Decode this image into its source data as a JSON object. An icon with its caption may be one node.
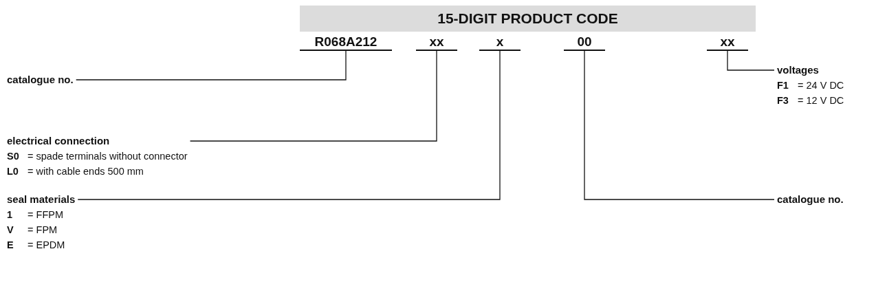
{
  "diagram": {
    "nodes": [
      {
        "text": [
          "15-DIGIT PRODUCT CODE"
        ]
      },
      {
        "text": [
          "R068A212"
        ]
      },
      {
        "text": [
          "xx"
        ]
      },
      {
        "text": [
          "x"
        ]
      },
      {
        "text": [
          "00"
        ]
      },
      {
        "text": [
          "xx"
        ]
      },
      {
        "text": [
          "catalogue no."
        ]
      },
      {
        "text": [
          "voltages",
          "**F1** = 24 V DC",
          "**F3** = 12 V DC"
        ]
      },
      {
        "text": [
          "electrical connection",
          "**S0** = spade terminals without connector",
          "**L0** = with cable ends 500 mm"
        ]
      },
      {
        "text": [
          "seal materials",
          "**1** = FFPM",
          "**V** = FPM",
          "**E** = EPDM"
        ]
      },
      {
        "text": [
          "catalogue no."
        ]
      }
    ],
    "edges": [
      {
        "from": 6,
        "to": 1,
        "arrow": "none"
      },
      {
        "from": 5,
        "to": 7,
        "arrow": "none"
      },
      {
        "from": 8,
        "to": 2,
        "arrow": "none"
      },
      {
        "from": 9,
        "to": 3,
        "arrow": "none"
      },
      {
        "from": 4,
        "to": 10,
        "arrow": "none"
      }
    ]
  }
}
